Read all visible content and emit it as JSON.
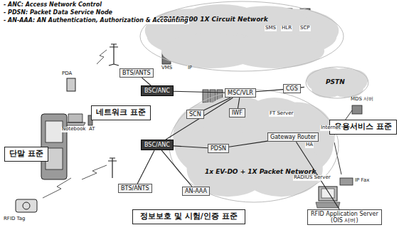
{
  "diagram": {
    "nodes": [
      {
        "text": [
          "CDMA2000 1X Circuit Network"
        ]
      },
      {
        "text": [
          "PSTN"
        ]
      },
      {
        "text": [
          "1x EV-DO + 1X Packet Network"
        ]
      },
      {
        "text": [
          "BTS/ANTS"
        ]
      },
      {
        "text": [
          "BTS/ANTS"
        ]
      },
      {
        "text": [
          "BSC/ANC"
        ]
      },
      {
        "text": [
          "BSC/ANC"
        ]
      },
      {
        "text": [
          "MSC/VLR"
        ]
      },
      {
        "text": [
          "CGS"
        ]
      },
      {
        "text": [
          "SCN"
        ]
      },
      {
        "text": [
          "IWF"
        ]
      },
      {
        "text": [
          "PDSN"
        ]
      },
      {
        "text": [
          "AN-AAA"
        ]
      },
      {
        "text": [
          "Gateway Router"
        ]
      },
      {
        "text": [
          "RFID Application Server",
          "(OIS 서버)"
        ]
      },
      {
        "text": [
          "단말 표준"
        ]
      },
      {
        "text": [
          "네트워크 표준"
        ]
      },
      {
        "text": [
          "응용서비스 표준"
        ]
      },
      {
        "text": [
          "정보보호 및 시험/인증 표준"
        ]
      }
    ],
    "edges": [
      {
        "from": 3,
        "to": 5,
        "arrow": "none"
      },
      {
        "from": 4,
        "to": 6,
        "arrow": "none"
      },
      {
        "from": 5,
        "to": 7,
        "arrow": "none"
      },
      {
        "from": 6,
        "to": 7,
        "arrow": "none"
      },
      {
        "from": 7,
        "to": 8,
        "arrow": "none"
      },
      {
        "from": 8,
        "to": 1,
        "arrow": "none"
      },
      {
        "from": 7,
        "to": 9,
        "arrow": "none"
      },
      {
        "from": 7,
        "to": 10,
        "arrow": "none"
      },
      {
        "from": 6,
        "to": 11,
        "arrow": "none"
      },
      {
        "from": 6,
        "to": 12,
        "arrow": "none"
      },
      {
        "from": 11,
        "to": 13,
        "arrow": "none"
      },
      {
        "from": 13,
        "to": 14,
        "arrow": "none"
      }
    ],
    "labels": [
      "- ANC: Access Network Control",
      "- PDSN: Packet Data Service Node",
      "- AN-AAA: AN Authentication, Authorization & Accounting",
      "SMS",
      "HLR",
      "SCP",
      "VMS",
      "IP",
      "HA",
      "RADIUS Server",
      "FT Server",
      "Internet",
      "MDS 서버",
      "IP Fax",
      "PDA",
      "Notebook",
      "AT",
      "RFID Tag"
    ]
  }
}
